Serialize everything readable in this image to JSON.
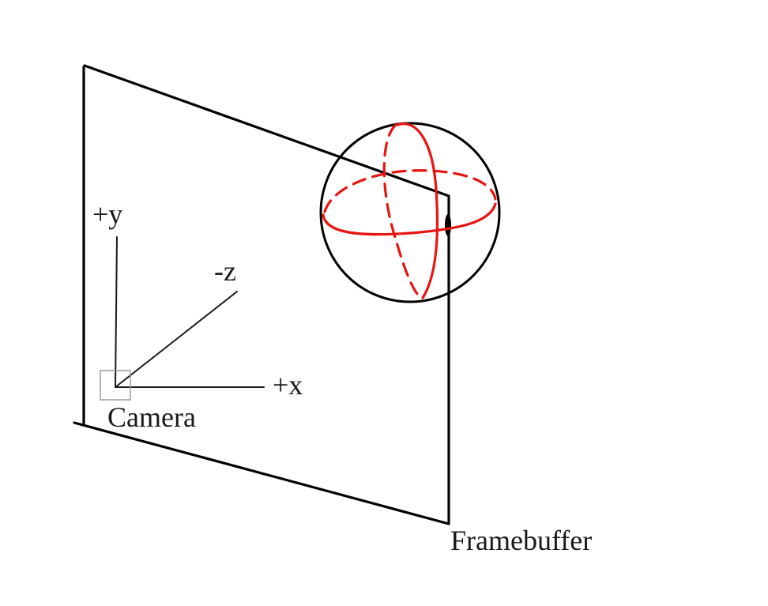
{
  "labels": {
    "y_axis": "+y",
    "z_axis": "-z",
    "x_axis": "+x",
    "camera": "Camera",
    "framebuffer": "Framebuffer"
  },
  "colors": {
    "background": "#ffffff",
    "frame": "#000000",
    "axes": "#1a1a1a",
    "camera_box": "#9a9a9a",
    "sphere_outline": "#000000",
    "sphere_curves": "#e8140f"
  }
}
